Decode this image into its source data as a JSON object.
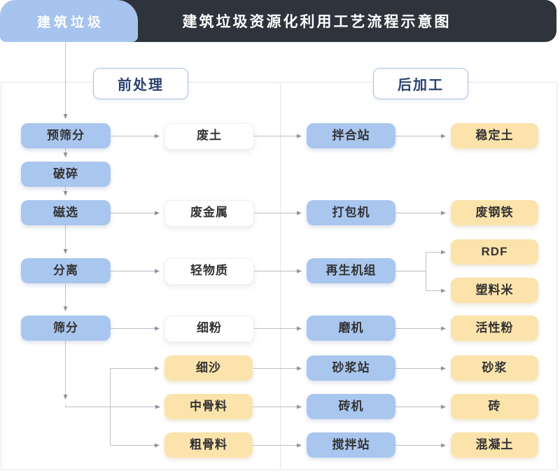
{
  "header": {
    "tab_label": "建筑垃圾",
    "title": "建筑垃圾资源化利用工艺流程示意图"
  },
  "sections": {
    "pre_label": "前处理",
    "post_label": "后加工"
  },
  "columns": {
    "process1": [
      "预筛分",
      "破碎",
      "磁选",
      "分离",
      "筛分"
    ],
    "materials": [
      "废土",
      "废金属",
      "轻物质",
      "细粉",
      "细沙",
      "中骨料",
      "粗骨料"
    ],
    "equipment": [
      "拌合站",
      "打包机",
      "再生机组",
      "磨机",
      "砂浆站",
      "砖机",
      "搅拌站"
    ],
    "products": [
      "稳定土",
      "废钢铁",
      "RDF",
      "塑料米",
      "活性粉",
      "砂浆",
      "砖",
      "混凝土"
    ]
  },
  "edges": [
    [
      "建筑垃圾",
      "预筛分"
    ],
    [
      "预筛分",
      "破碎"
    ],
    [
      "破碎",
      "磁选"
    ],
    [
      "磁选",
      "分离"
    ],
    [
      "分离",
      "筛分"
    ],
    [
      "预筛分",
      "废土"
    ],
    [
      "磁选",
      "废金属"
    ],
    [
      "分离",
      "轻物质"
    ],
    [
      "筛分",
      "细粉"
    ],
    [
      "筛分",
      "细沙"
    ],
    [
      "筛分",
      "中骨料"
    ],
    [
      "筛分",
      "粗骨料"
    ],
    [
      "废土",
      "拌合站"
    ],
    [
      "废金属",
      "打包机"
    ],
    [
      "轻物质",
      "再生机组"
    ],
    [
      "细粉",
      "磨机"
    ],
    [
      "细沙",
      "砂浆站"
    ],
    [
      "中骨料",
      "砖机"
    ],
    [
      "粗骨料",
      "搅拌站"
    ],
    [
      "拌合站",
      "稳定土"
    ],
    [
      "打包机",
      "废钢铁"
    ],
    [
      "再生机组",
      "RDF"
    ],
    [
      "再生机组",
      "塑料米"
    ],
    [
      "磨机",
      "活性粉"
    ],
    [
      "砂浆站",
      "砂浆"
    ],
    [
      "砖机",
      "砖"
    ],
    [
      "搅拌站",
      "混凝土"
    ]
  ],
  "colors": {
    "node_blue": "#a9c6ee",
    "node_yellow": "#fbe3ab",
    "header_dark": "#2e333c",
    "section_navy": "#2b4170",
    "wire_gray": "#bcbfc8",
    "arrow_gray": "#8f939e"
  }
}
